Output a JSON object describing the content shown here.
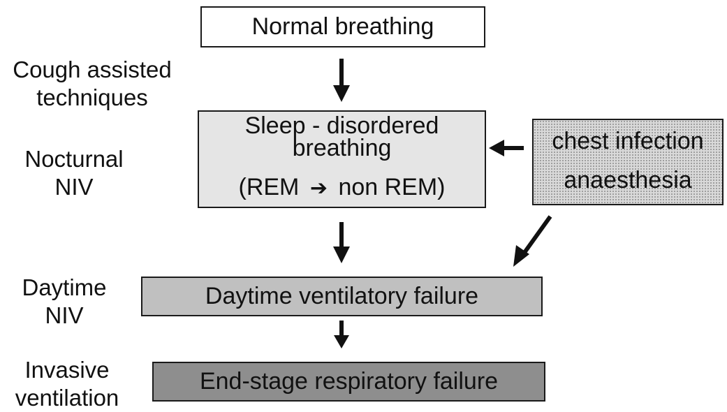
{
  "boxes": {
    "normal_breathing": "Normal breathing",
    "sleep_line1": "Sleep - disordered",
    "sleep_line2": "breathing",
    "sleep_rem": "(REM",
    "sleep_arrow": "➔",
    "sleep_nonrem": "non REM)",
    "factor_chest": "chest infection",
    "factor_anaesthesia": "anaesthesia",
    "daytime_failure": "Daytime ventilatory failure",
    "endstage_failure": "End-stage respiratory failure"
  },
  "interventions": {
    "cough_line1": "Cough assisted",
    "cough_line2": "techniques",
    "nocturnal_line1": "Nocturnal",
    "nocturnal_line2": "NIV",
    "daytime_line1": "Daytime",
    "daytime_line2": "NIV",
    "invasive_line1": "Invasive",
    "invasive_line2": "ventilation"
  },
  "colors": {
    "normal_fill": "#ffffff",
    "sleep_fill": "#e5e5e5",
    "factors_fill": "#d9d9d9",
    "daytime_fill": "#c0c0c0",
    "endstage_fill": "#8e8e8e",
    "arrow": "#111111"
  }
}
